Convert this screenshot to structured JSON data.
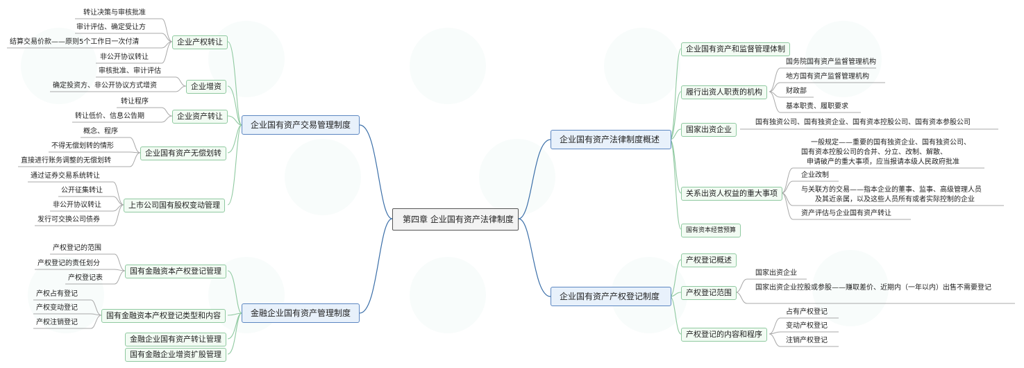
{
  "root": "第四章 企业国有资产法律制度",
  "left": {
    "transaction": {
      "title": "企业国有资产交易管理制度",
      "equity_transfer": {
        "title": "企业产权转让",
        "items": [
          "转让决策与审核批准",
          "审计评估、确定受让方",
          "结算交易价款——原则5个工作日一次付清",
          "非公开协议转让"
        ]
      },
      "capital_increase": {
        "title": "企业增资",
        "items": [
          "审核批准、审计评估",
          "确定投资方、非公开协议方式增资"
        ]
      },
      "asset_transfer": {
        "title": "企业资产转让",
        "items": [
          "转让程序",
          "转让低价、信息公告期"
        ]
      },
      "free_transfer": {
        "title": "企业国有资产无偿划转",
        "items": [
          "概念、程序",
          "不得无偿划转的情形",
          "直接进行账务调整的无偿划转"
        ]
      },
      "listed_change": {
        "title": "上市公司国有股权变动管理",
        "items": [
          "通过证券交易系统转让",
          "公开征集转让",
          "非公开协议转让",
          "发行可交换公司债券"
        ]
      }
    },
    "financial": {
      "title": "金融企业国有资产管理制度",
      "capital_registration": {
        "title": "国有金融资本产权登记管理",
        "items": [
          "产权登记的范围",
          "产权登记的责任划分",
          "产权登记表"
        ]
      },
      "registration_types": {
        "title": "国有金融资本产权登记类型和内容",
        "items": [
          "产权占有登记",
          "产权变动登记",
          "产权注销登记"
        ]
      },
      "transfer_mgmt": "金融企业国有资产转让管理",
      "increase_mgmt": "国有金融企业增资扩股管理"
    }
  },
  "right": {
    "overview": {
      "title": "企业国有资产法律制度概述",
      "system": "企业国有资产和监督管理体制",
      "agencies": {
        "title": "履行出资人职责的机构",
        "items": [
          "国务院国有资产监督管理机构",
          "地方国有资产监督管理机构",
          "财政部",
          "基本职责、履职要求"
        ]
      },
      "invested": {
        "title": "国家出资企业",
        "text": "国有独资公司、国有独资企业、国有资本控股公司、国有资本参股公司"
      },
      "major": {
        "title": "关系出资人权益的重大事项",
        "general": [
          "一般规定——重要的国有独资企业、国有独资公司、",
          "国有资本控股公司的合并、分立、改制、解散、",
          "申请破产的重大事项，应当报请本级人民政府批准"
        ],
        "restructure": "企业改制",
        "related": [
          "与关联方的交易——指本企业的董事、监事、高级管理人员",
          "及其近亲属，以及这些人员所有或者实际控制的企业"
        ],
        "valuation": "资产评估与企业国有资产转让"
      },
      "budget": "国有资本经营预算"
    },
    "registration": {
      "title": "企业国有资产产权登记制度",
      "overview": "产权登记概述",
      "scope": {
        "title": "产权登记范围",
        "items": [
          "国家出资企业",
          "国家出资企业控股或参股——赚取差价、近期内（一年以内）出售不需要登记"
        ]
      },
      "content": {
        "title": "产权登记的内容和程序",
        "items": [
          "占有产权登记",
          "变动产权登记",
          "注销产权登记"
        ]
      }
    }
  },
  "colors": {
    "line_mid": "#3a6ea8",
    "line_sub": "#8fc9a0",
    "line_leaf": "#a8a8a8"
  }
}
